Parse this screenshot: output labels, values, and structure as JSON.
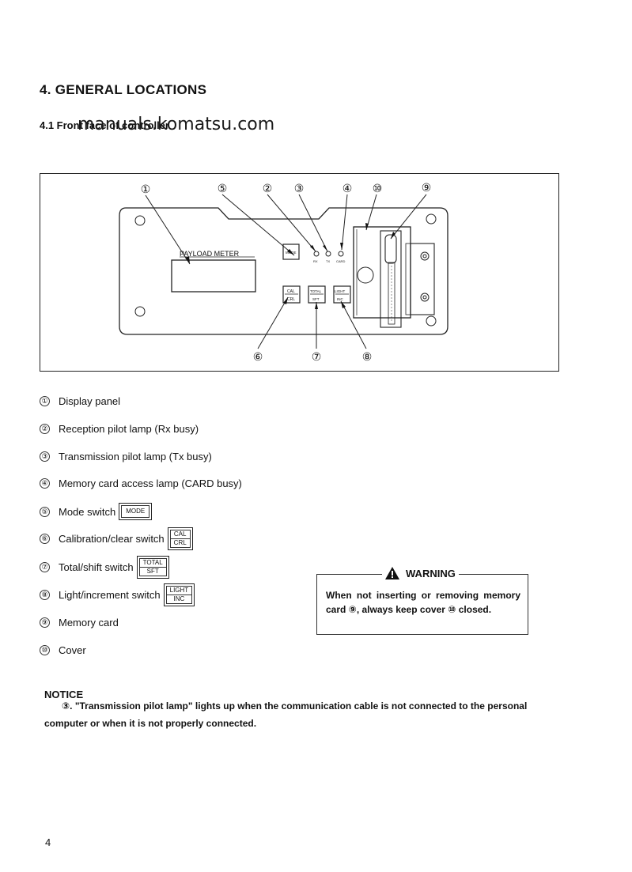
{
  "heading": "4.  GENERAL LOCATIONS",
  "subheading": "4.1  Front face of controller",
  "watermark": "manuals.komatsu.com",
  "figure": {
    "callouts": [
      "①",
      "⑤",
      "②",
      "③",
      "④",
      "⑩",
      "⑨",
      "⑥",
      "⑦",
      "⑧"
    ],
    "display_label": "PAYLOAD METER",
    "mode_key": "MODE",
    "lamp_labels": [
      "RX",
      "TX",
      "CARD"
    ],
    "cal_key": [
      "CAL",
      "CRL"
    ],
    "total_key": [
      "TOTAL",
      "SFT"
    ],
    "light_key": [
      "LIGHT",
      "INC"
    ]
  },
  "legend": [
    {
      "num": "①",
      "text": "Display panel"
    },
    {
      "num": "②",
      "text": "Reception pilot lamp (Rx busy)"
    },
    {
      "num": "③",
      "text": "Transmission pilot lamp (Tx busy)"
    },
    {
      "num": "④",
      "text": "Memory card access lamp (CARD busy)"
    },
    {
      "num": "⑤",
      "text": "Mode switch",
      "key": [
        "MODE"
      ]
    },
    {
      "num": "⑥",
      "text": "Calibration/clear switch",
      "key": [
        "CAL",
        "CRL"
      ]
    },
    {
      "num": "⑦",
      "text": "Total/shift switch",
      "key": [
        "TOTAL",
        "SFT"
      ]
    },
    {
      "num": "⑧",
      "text": "Light/increment switch",
      "key": [
        "LIGHT",
        "INC"
      ]
    },
    {
      "num": "⑨",
      "text": "Memory card"
    },
    {
      "num": "⑩",
      "text": "Cover"
    }
  ],
  "warning": {
    "title": "WARNING",
    "text": "When not inserting or removing memory card ⑨, always keep cover ⑩ closed."
  },
  "notice": {
    "title": "NOTICE",
    "text": "③. \"Transmission pilot lamp\" lights up when the communication cable is not connected to the personal computer or when it is not properly connected."
  },
  "page_number": "4"
}
